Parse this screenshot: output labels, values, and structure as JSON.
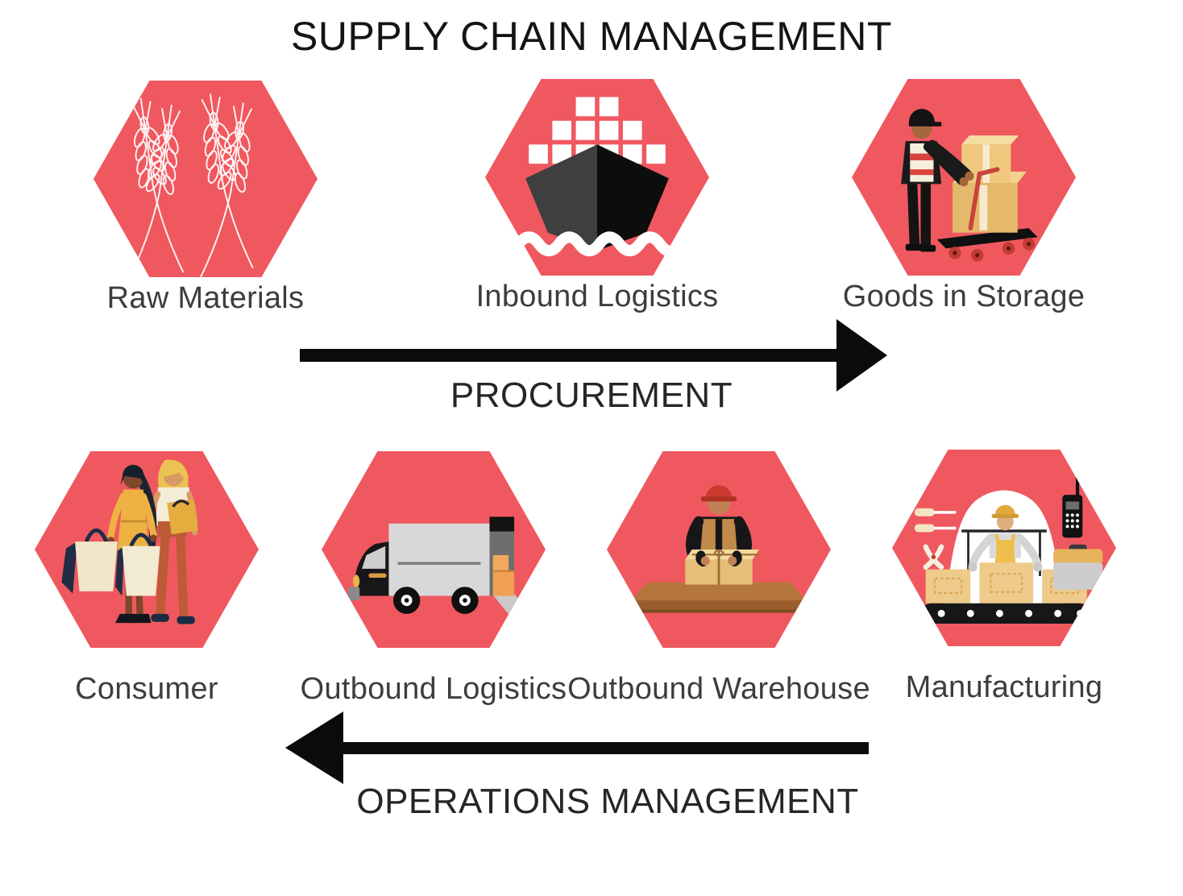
{
  "title": "SUPPLY CHAIN MANAGEMENT",
  "colors": {
    "background": "#FFFFFF",
    "hexagon": "#F0585F",
    "arrow": "#0B0B0B",
    "title_text": "#141414",
    "stage_label_text": "#3D3D3D",
    "flow_label_text": "#262626"
  },
  "top_row": {
    "stages": [
      {
        "label": "Raw Materials",
        "icon": "wheat-icon"
      },
      {
        "label": "Inbound Logistics",
        "icon": "container-ship-icon"
      },
      {
        "label": "Goods in Storage",
        "icon": "worker-hand-truck-icon"
      }
    ],
    "flow": {
      "label": "PROCUREMENT",
      "direction": "right"
    }
  },
  "bottom_row": {
    "stages": [
      {
        "label": "Consumer",
        "icon": "shoppers-icon"
      },
      {
        "label": "Outbound Logistics",
        "icon": "delivery-truck-icon"
      },
      {
        "label": "Outbound Warehouse",
        "icon": "packing-worker-icon"
      },
      {
        "label": "Manufacturing",
        "icon": "assembly-line-worker-icon"
      }
    ],
    "flow": {
      "label": "OPERATIONS MANAGEMENT",
      "direction": "left"
    }
  }
}
